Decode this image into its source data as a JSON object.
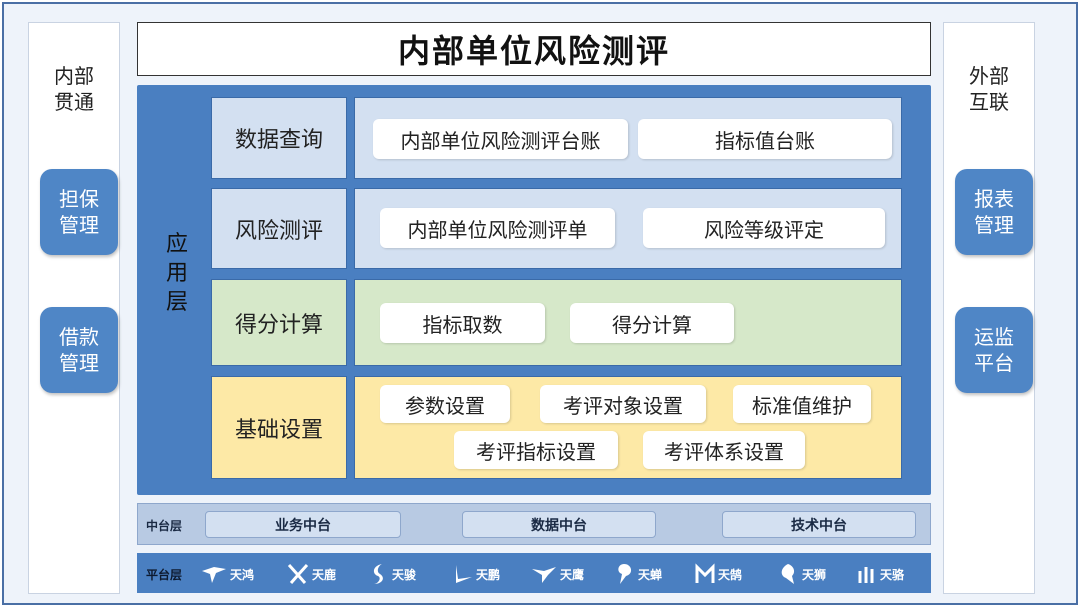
{
  "title": "内部单位风险测评",
  "left_panel": {
    "title": "内部\n贯通",
    "buttons": [
      "担保\n管理",
      "借款\n管理"
    ]
  },
  "right_panel": {
    "title": "外部\n互联",
    "buttons": [
      "报表\n管理",
      "运监\n平台"
    ]
  },
  "app_layer": {
    "label": "应\n用\n层",
    "rows": [
      {
        "label": "数据查询",
        "items": [
          "内部单位风险测评台账",
          "指标值台账"
        ]
      },
      {
        "label": "风险测评",
        "items": [
          "内部单位风险测评单",
          "风险等级评定"
        ]
      },
      {
        "label": "得分计算",
        "items": [
          "指标取数",
          "得分计算"
        ]
      },
      {
        "label": "基础设置",
        "items": [
          "参数设置",
          "考评对象设置",
          "标准值维护",
          "考评指标设置",
          "考评体系设置"
        ]
      }
    ]
  },
  "middle_layer": {
    "label": "中台层",
    "items": [
      "业务中台",
      "数据中台",
      "技术中台"
    ]
  },
  "platform_layer": {
    "label": "平台层",
    "items": [
      "天鸿",
      "天鹿",
      "天骏",
      "天鹏",
      "天鹰",
      "天蝉",
      "天鹄",
      "天狮",
      "天骆"
    ]
  },
  "colors": {
    "app_layer": "#4a7fc1",
    "row_blue": "#d3e0f1",
    "row_green": "#d6e8c9",
    "row_yellow": "#fde9a6",
    "side_button": "#4f86c6"
  }
}
